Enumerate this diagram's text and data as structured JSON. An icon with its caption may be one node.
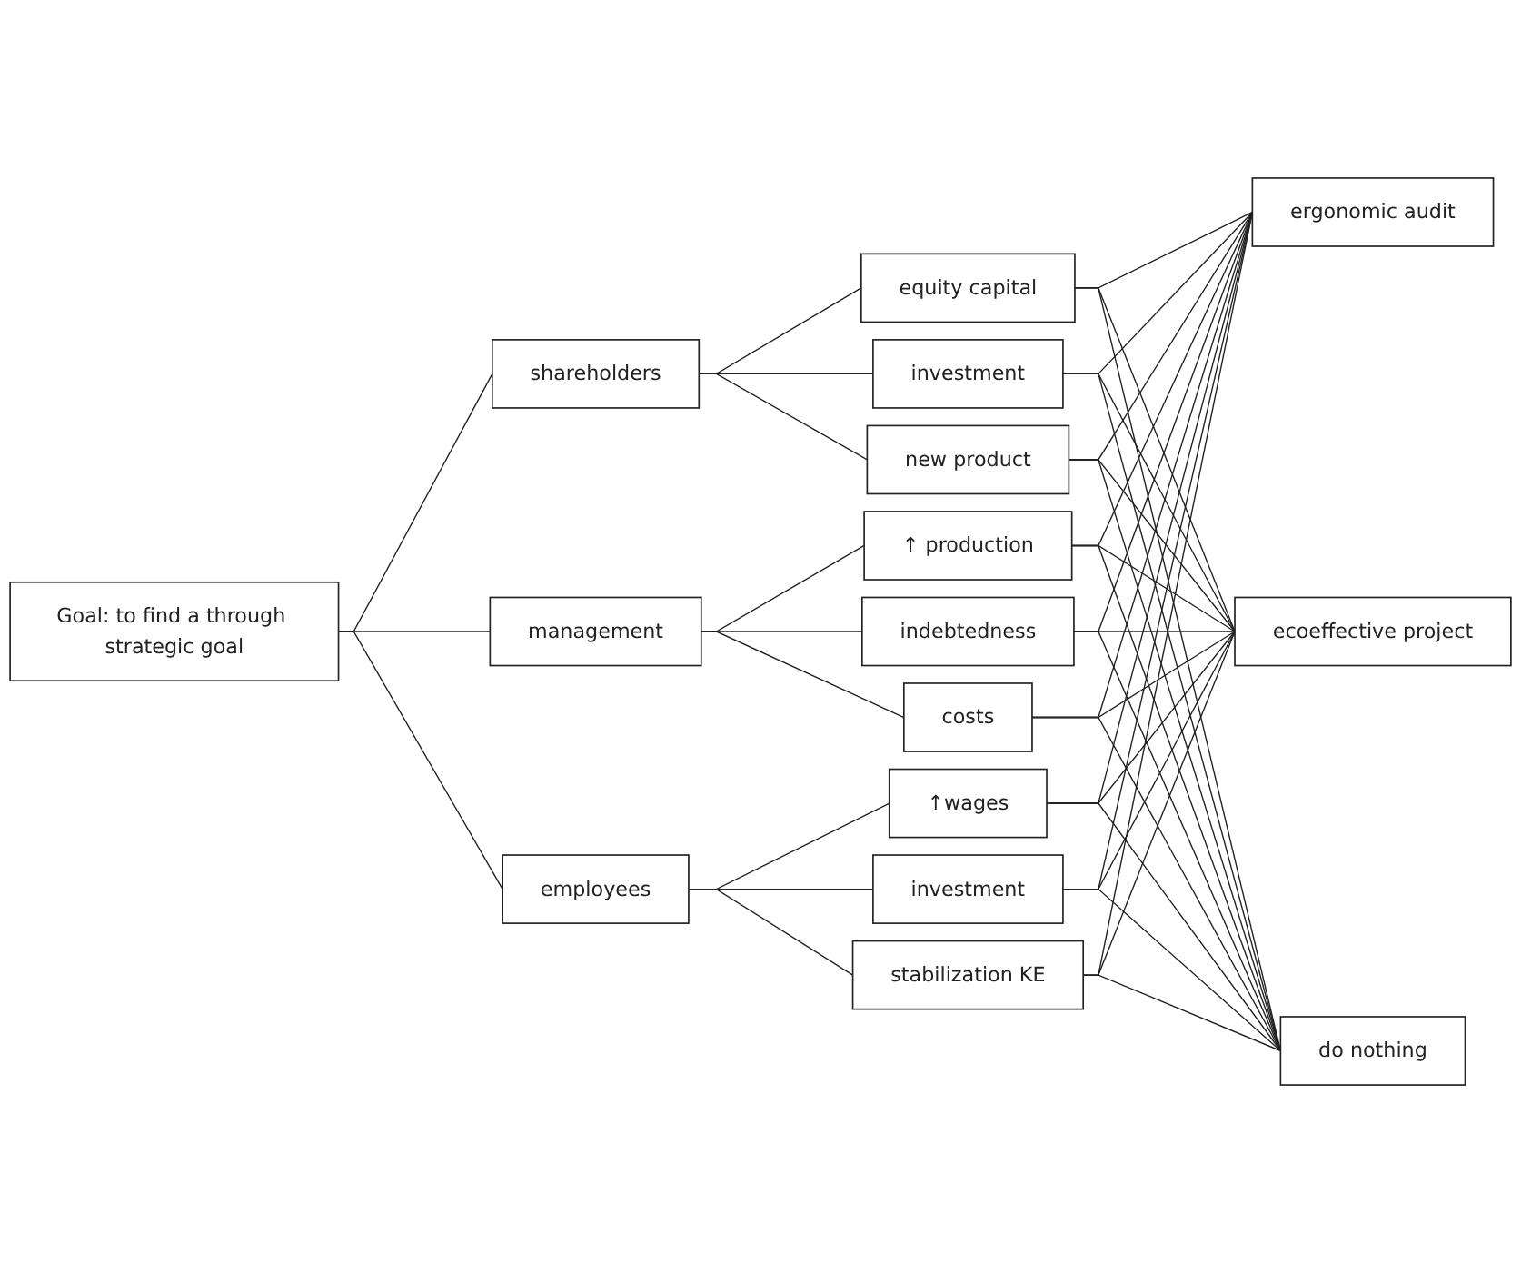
{
  "diagram": {
    "nodes": [
      {
        "text": [
          "Goal: to find a through strategic goal"
        ]
      },
      {
        "text": [
          "shareholders"
        ]
      },
      {
        "text": [
          "management"
        ]
      },
      {
        "text": [
          "employees"
        ]
      },
      {
        "text": [
          "equity capital"
        ]
      },
      {
        "text": [
          "investment"
        ]
      },
      {
        "text": [
          "new product"
        ]
      },
      {
        "text": [
          "↑ production"
        ]
      },
      {
        "text": [
          "indebtedness"
        ]
      },
      {
        "text": [
          "costs"
        ]
      },
      {
        "text": [
          "↑wages"
        ]
      },
      {
        "text": [
          "investment"
        ]
      },
      {
        "text": [
          "stabilization KE"
        ]
      },
      {
        "text": [
          "ergonomic audit"
        ]
      },
      {
        "text": [
          "ecoeffective project"
        ]
      },
      {
        "text": [
          "do nothing"
        ]
      }
    ],
    "edges": [
      {
        "from": 0,
        "to": 1,
        "arrow": "none"
      },
      {
        "from": 0,
        "to": 2,
        "arrow": "none"
      },
      {
        "from": 0,
        "to": 3,
        "arrow": "none"
      },
      {
        "from": 1,
        "to": 4,
        "arrow": "none"
      },
      {
        "from": 1,
        "to": 5,
        "arrow": "none"
      },
      {
        "from": 1,
        "to": 6,
        "arrow": "none"
      },
      {
        "from": 2,
        "to": 7,
        "arrow": "none"
      },
      {
        "from": 2,
        "to": 8,
        "arrow": "none"
      },
      {
        "from": 2,
        "to": 9,
        "arrow": "none"
      },
      {
        "from": 3,
        "to": 10,
        "arrow": "none"
      },
      {
        "from": 3,
        "to": 11,
        "arrow": "none"
      },
      {
        "from": 3,
        "to": 12,
        "arrow": "none"
      },
      {
        "from": 4,
        "to": 13,
        "arrow": "none"
      },
      {
        "from": 4,
        "to": 14,
        "arrow": "none"
      },
      {
        "from": 4,
        "to": 15,
        "arrow": "none"
      },
      {
        "from": 5,
        "to": 13,
        "arrow": "none"
      },
      {
        "from": 5,
        "to": 14,
        "arrow": "none"
      },
      {
        "from": 5,
        "to": 15,
        "arrow": "none"
      },
      {
        "from": 6,
        "to": 13,
        "arrow": "none"
      },
      {
        "from": 6,
        "to": 14,
        "arrow": "none"
      },
      {
        "from": 6,
        "to": 15,
        "arrow": "none"
      },
      {
        "from": 7,
        "to": 13,
        "arrow": "none"
      },
      {
        "from": 7,
        "to": 14,
        "arrow": "none"
      },
      {
        "from": 7,
        "to": 15,
        "arrow": "none"
      },
      {
        "from": 8,
        "to": 13,
        "arrow": "none"
      },
      {
        "from": 8,
        "to": 14,
        "arrow": "none"
      },
      {
        "from": 8,
        "to": 15,
        "arrow": "none"
      },
      {
        "from": 9,
        "to": 13,
        "arrow": "none"
      },
      {
        "from": 9,
        "to": 14,
        "arrow": "none"
      },
      {
        "from": 9,
        "to": 15,
        "arrow": "none"
      },
      {
        "from": 10,
        "to": 13,
        "arrow": "none"
      },
      {
        "from": 10,
        "to": 14,
        "arrow": "none"
      },
      {
        "from": 10,
        "to": 15,
        "arrow": "none"
      },
      {
        "from": 11,
        "to": 13,
        "arrow": "none"
      },
      {
        "from": 11,
        "to": 14,
        "arrow": "none"
      },
      {
        "from": 11,
        "to": 15,
        "arrow": "none"
      },
      {
        "from": 12,
        "to": 13,
        "arrow": "none"
      },
      {
        "from": 12,
        "to": 14,
        "arrow": "none"
      },
      {
        "from": 12,
        "to": 15,
        "arrow": "none"
      }
    ]
  }
}
